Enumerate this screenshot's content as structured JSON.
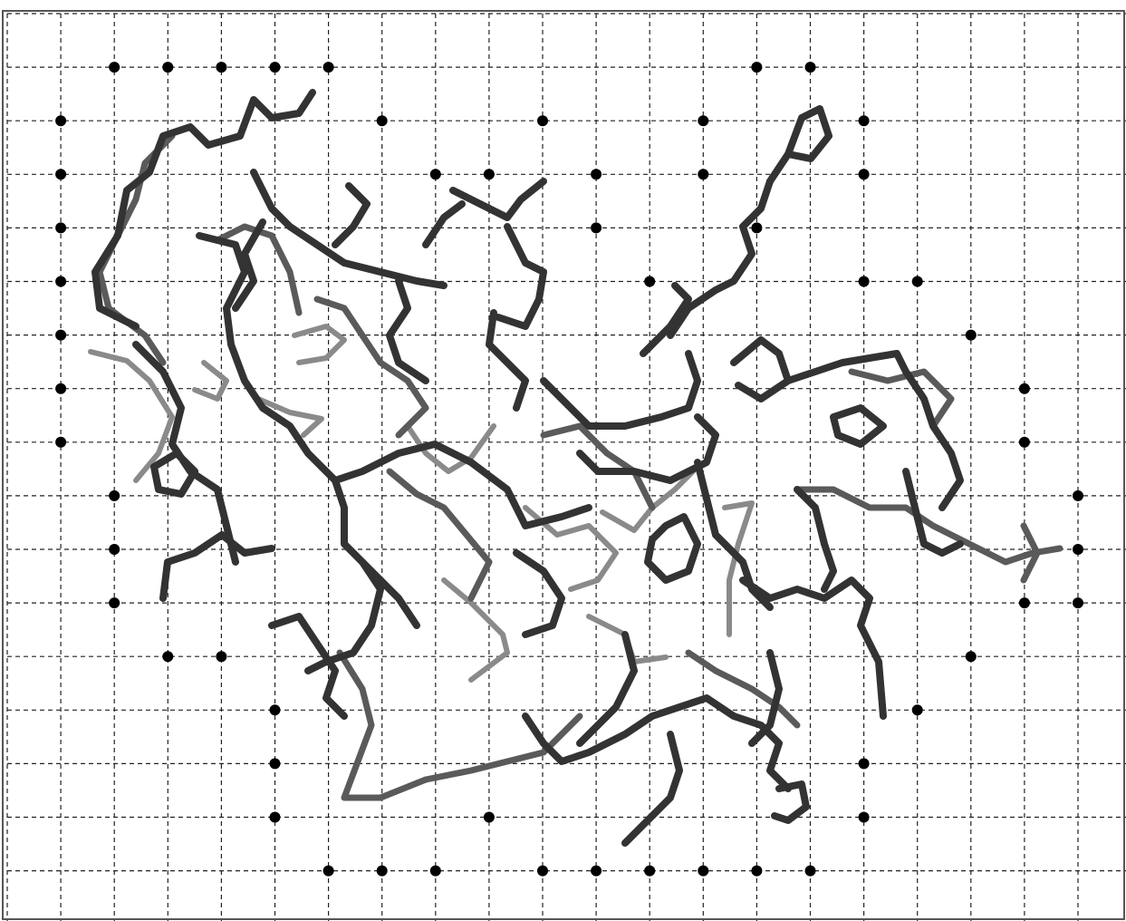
{
  "figure": {
    "kind": "molecular-structure-on-grid",
    "render_style": "stick-model",
    "colors": {
      "background": "#ffffff",
      "frame": "#555555",
      "grid_line": "#222222",
      "grid_point": "#000000",
      "stick_dark": "#333333",
      "stick_mid": "#5a5a5a",
      "stick_light": "#8a8a8a"
    },
    "grid": {
      "line_style": "dashed",
      "columns": 21,
      "rows": 17
    },
    "cell_index_base": 0,
    "highlighted_grid_points": [
      [
        2,
        1
      ],
      [
        3,
        1
      ],
      [
        4,
        1
      ],
      [
        5,
        1
      ],
      [
        6,
        1
      ],
      [
        14,
        1
      ],
      [
        15,
        1
      ],
      [
        1,
        2
      ],
      [
        7,
        2
      ],
      [
        10,
        2
      ],
      [
        13,
        2
      ],
      [
        16,
        2
      ],
      [
        1,
        3
      ],
      [
        8,
        3
      ],
      [
        9,
        3
      ],
      [
        11,
        3
      ],
      [
        13,
        3
      ],
      [
        16,
        3
      ],
      [
        1,
        4
      ],
      [
        11,
        4
      ],
      [
        14,
        4
      ],
      [
        1,
        5
      ],
      [
        12,
        5
      ],
      [
        16,
        5
      ],
      [
        17,
        5
      ],
      [
        1,
        6
      ],
      [
        18,
        6
      ],
      [
        1,
        7
      ],
      [
        19,
        7
      ],
      [
        1,
        8
      ],
      [
        19,
        8
      ],
      [
        2,
        9
      ],
      [
        20,
        9
      ],
      [
        2,
        10
      ],
      [
        20,
        10
      ],
      [
        2,
        11
      ],
      [
        19,
        11
      ],
      [
        20,
        11
      ],
      [
        3,
        12
      ],
      [
        4,
        12
      ],
      [
        18,
        12
      ],
      [
        5,
        13
      ],
      [
        17,
        13
      ],
      [
        5,
        14
      ],
      [
        16,
        14
      ],
      [
        5,
        15
      ],
      [
        9,
        15
      ],
      [
        16,
        15
      ],
      [
        6,
        16
      ],
      [
        7,
        16
      ],
      [
        8,
        16
      ],
      [
        10,
        16
      ],
      [
        11,
        16
      ],
      [
        12,
        16
      ],
      [
        13,
        16
      ],
      [
        14,
        16
      ],
      [
        15,
        16
      ]
    ]
  }
}
